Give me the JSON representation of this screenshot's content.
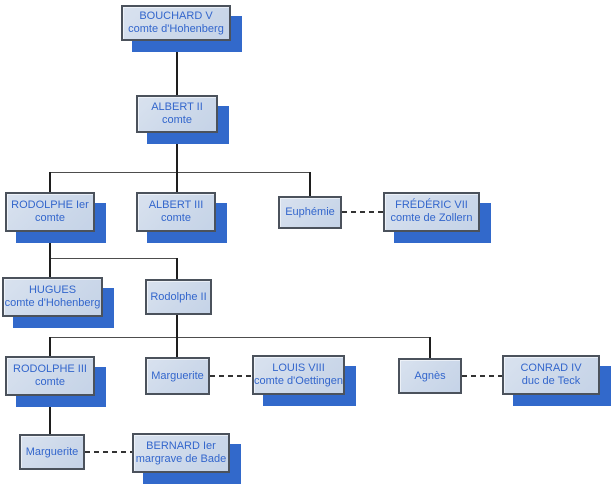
{
  "colors": {
    "box_fill": "#cdd9ea",
    "box_border": "#4b525c",
    "text_blue": "#3366cc",
    "shadow_blue": "#3269cb",
    "line_solid": "#1e1e1e",
    "line_dashed": "#333333",
    "background": "#ffffff"
  },
  "nodes": {
    "bouchard_v": {
      "name": "BOUCHARD V",
      "title": "comte d'Hohenberg"
    },
    "albert_ii": {
      "name": "ALBERT II",
      "title": "comte"
    },
    "rodolphe_ier": {
      "name": "RODOLPHE Ier",
      "title": "comte"
    },
    "albert_iii": {
      "name": "ALBERT III",
      "title": "comte"
    },
    "euphemie": {
      "name": "Euphémie"
    },
    "frederic_vii": {
      "name": "FRÉDÉRIC VII",
      "title": "comte de Zollern"
    },
    "hugues": {
      "name": "HUGUES",
      "title": "comte d'Hohenberg"
    },
    "rodolphe_ii": {
      "name": "Rodolphe II"
    },
    "rodolphe_iii": {
      "name": "RODOLPHE III",
      "title": "comte"
    },
    "marguerite_oettingen": {
      "name": "Marguerite"
    },
    "louis_viii": {
      "name": "LOUIS VIII",
      "title": "comte d'Oettingen"
    },
    "agnes": {
      "name": "Agnès"
    },
    "conrad_iv": {
      "name": "CONRAD IV",
      "title": "duc de Teck"
    },
    "marguerite_bade": {
      "name": "Marguerite"
    },
    "bernard_ier": {
      "name": "BERNARD Ier",
      "title": "margrave de Bade"
    }
  }
}
